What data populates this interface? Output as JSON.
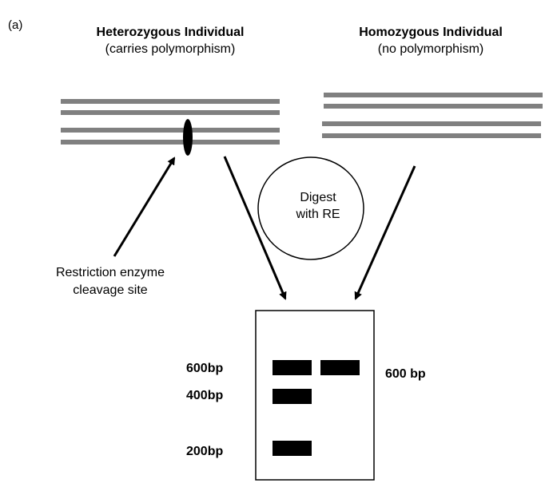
{
  "panel_label": "(a)",
  "heterozygous": {
    "title": "Heterozygous Individual",
    "subtitle": "(carries polymorphism)"
  },
  "homozygous": {
    "title": "Homozygous Individual",
    "subtitle": "(no polymorphism)"
  },
  "digest": {
    "line1": "Digest",
    "line2": "with RE"
  },
  "restriction_site": {
    "line1": "Restriction enzyme",
    "line2": "cleavage site"
  },
  "gel": {
    "left_labels": [
      "600bp",
      "400bp",
      "200bp"
    ],
    "right_label": "600 bp"
  },
  "colors": {
    "dna_strand": "#808080",
    "ink": "#000000",
    "background": "#ffffff"
  }
}
